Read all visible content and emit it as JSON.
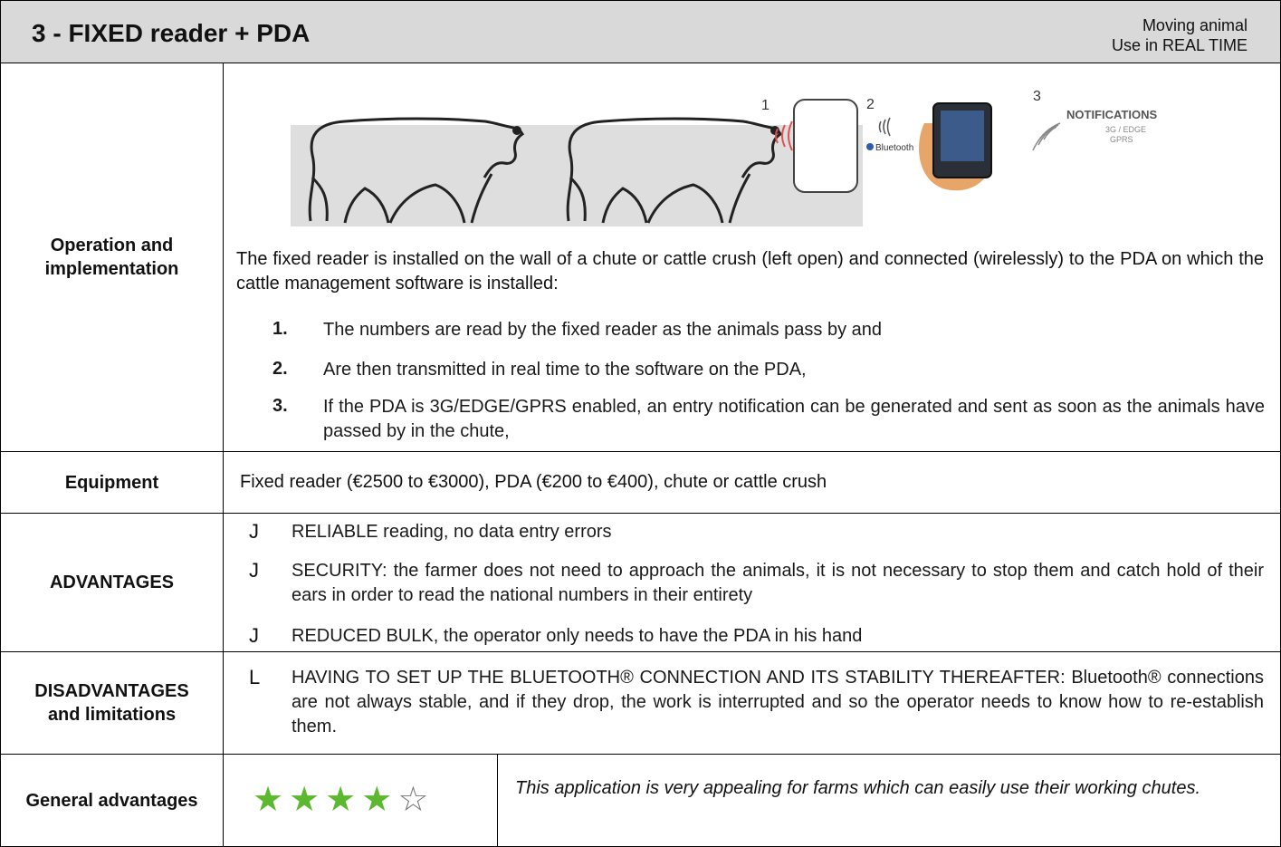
{
  "header": {
    "title": "3 - FIXED reader + PDA",
    "subtitle_line1": "Moving animal",
    "subtitle_line2": "Use in REAL TIME"
  },
  "illustration": {
    "step1": "1",
    "step2": "2",
    "step3": "3",
    "bluetooth": "Bluetooth",
    "notifications": "NOTIFICATIONS",
    "network1": "3G / EDGE",
    "network2": "GPRS"
  },
  "operation": {
    "label": "Operation and implementation",
    "intro": "The fixed reader is installed on the wall of a chute or cattle crush (left open) and connected (wirelessly) to the PDA on which the cattle management software is installed:",
    "items": [
      {
        "num": "1.",
        "text": "The numbers are read by the fixed reader as the animals pass by and"
      },
      {
        "num": "2.",
        "text": "Are then transmitted in real time to the software on the PDA,"
      },
      {
        "num": "3.",
        "text": "If the PDA is 3G/EDGE/GPRS enabled, an entry notification can be generated and sent as soon as the animals have passed by in the chute,"
      }
    ]
  },
  "equipment": {
    "label": "Equipment",
    "text": "Fixed reader (€2500 to €3000), PDA (€200 to €400), chute or cattle crush"
  },
  "advantages": {
    "label": "ADVANTAGES",
    "bullet": "J",
    "items": [
      "RELIABLE reading, no data entry errors",
      "SECURITY: the farmer does not need to approach the animals, it is not necessary to stop them and catch hold of their ears in order to read the national numbers in their entirety",
      "REDUCED BULK, the operator only needs to have the PDA in his hand"
    ]
  },
  "disadvantages": {
    "label": "DISADVANTAGES and limitations",
    "bullet": "L",
    "items": [
      "HAVING TO SET UP THE BLUETOOTH® CONNECTION AND ITS STABILITY THEREAFTER: Bluetooth® connections are not always stable, and if they drop, the work is interrupted and so the operator needs to know how to re-establish them."
    ]
  },
  "general": {
    "label": "General advantages",
    "rating": 4,
    "rating_max": 5,
    "star_color": "#5cb82e",
    "comment": "This application is very appealing for farms which can easily use their working chutes."
  }
}
